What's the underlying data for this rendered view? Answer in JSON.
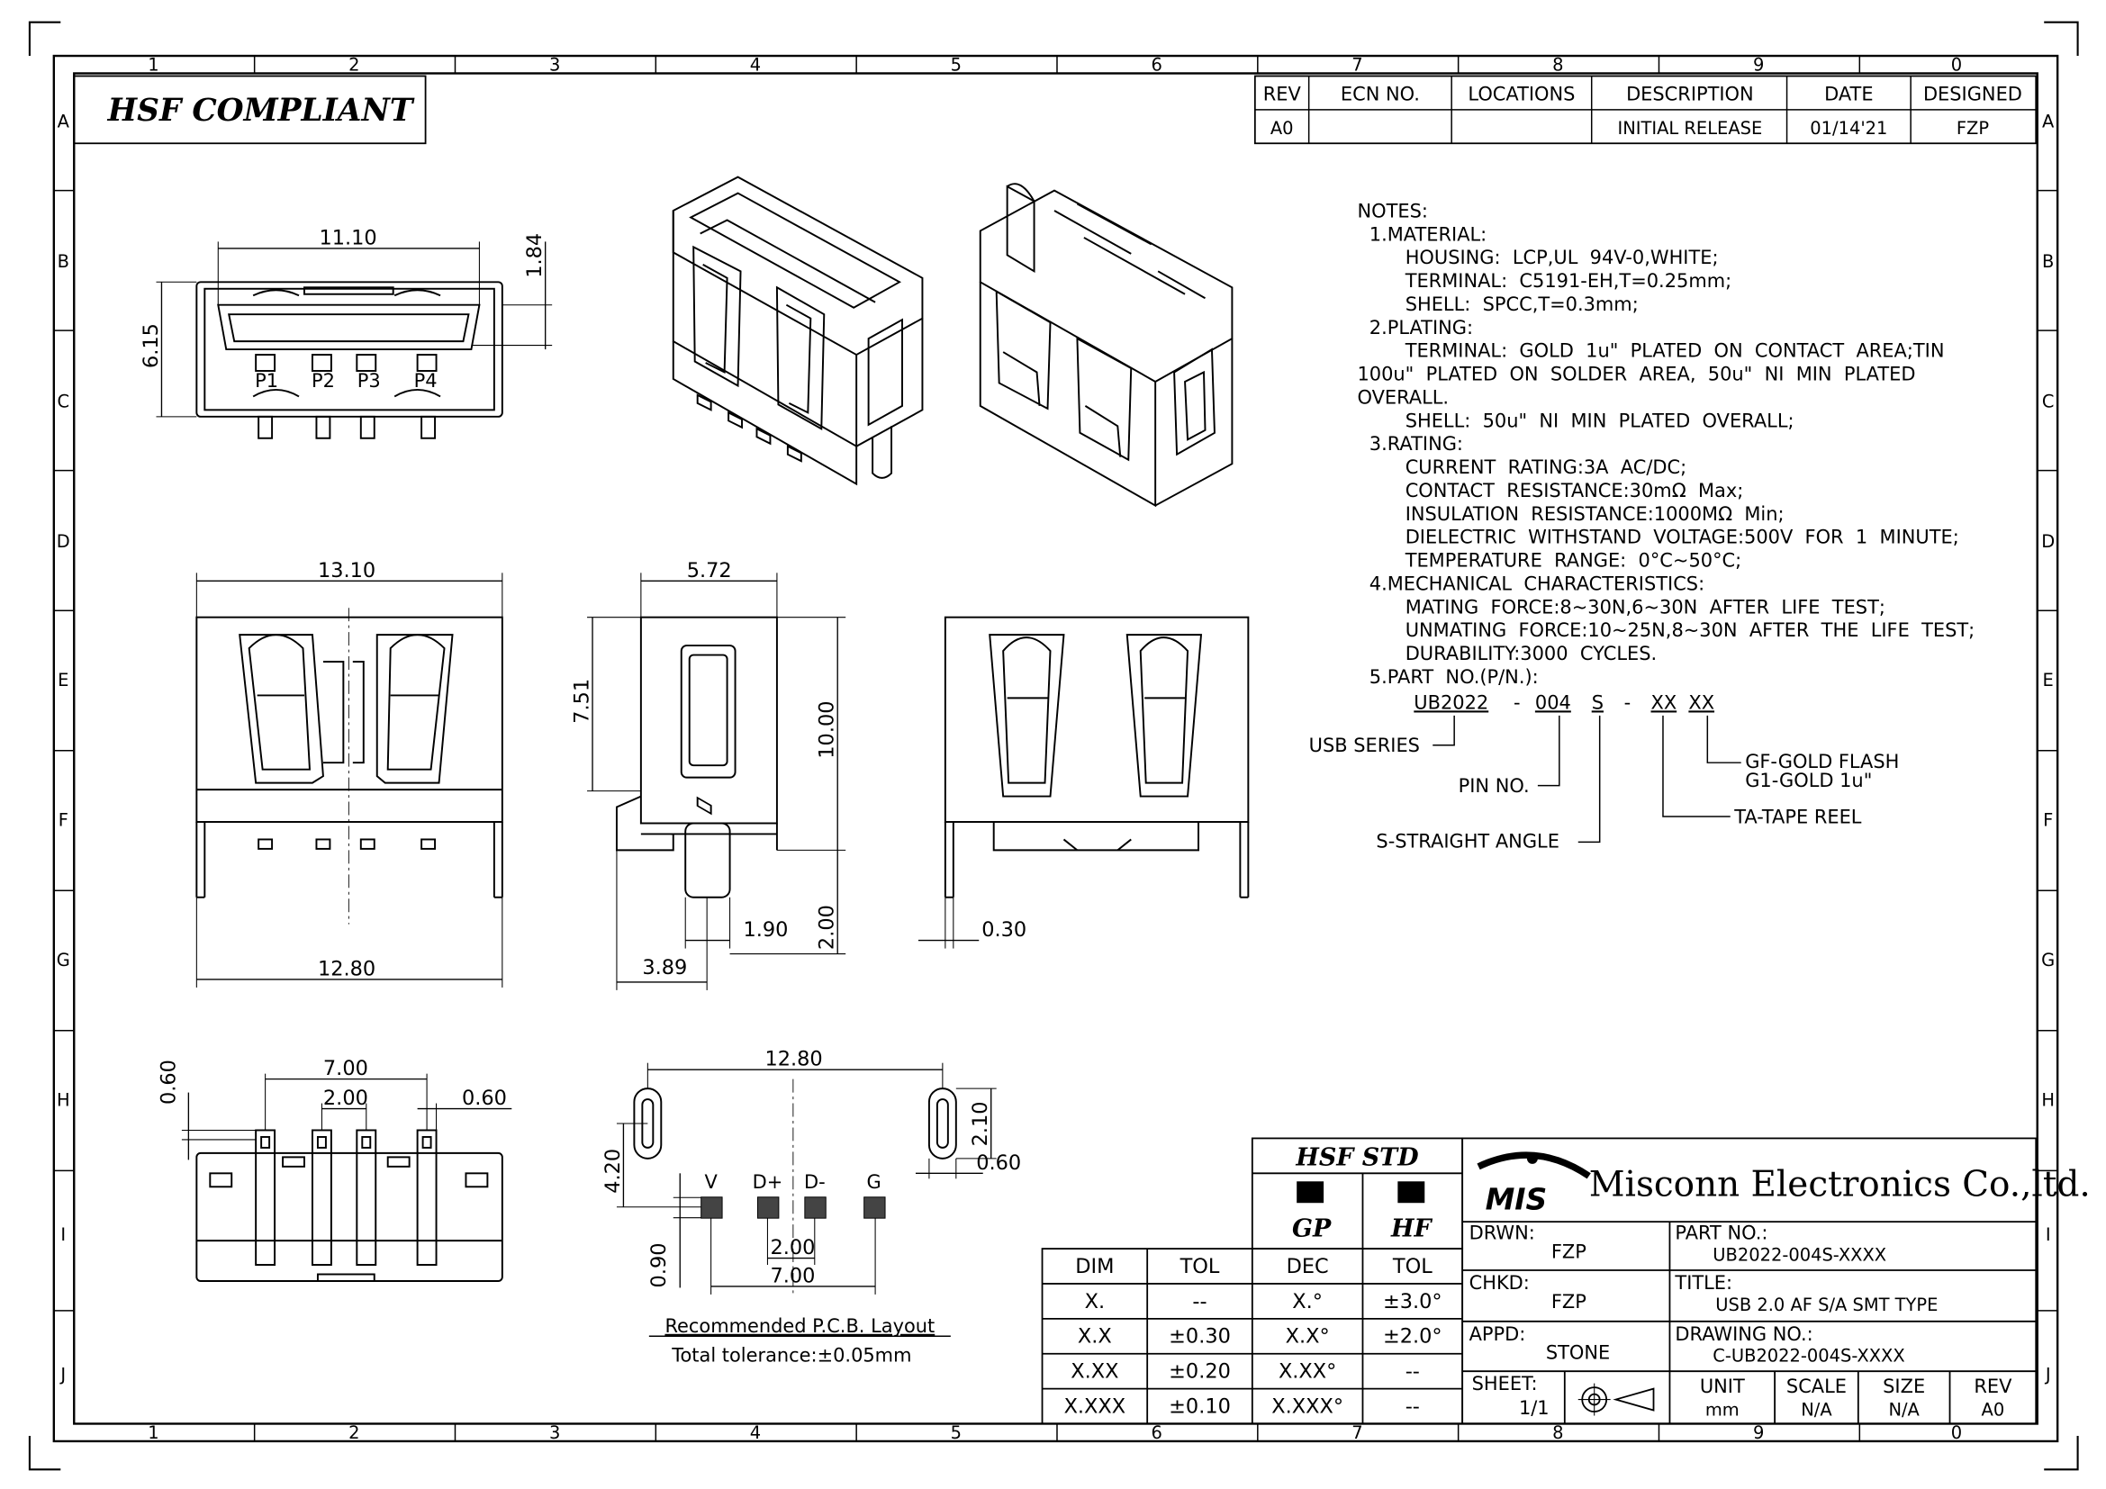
{
  "border": {
    "cols": [
      "1",
      "2",
      "3",
      "4",
      "5",
      "6",
      "7",
      "8",
      "9",
      "0"
    ],
    "rows": [
      "A",
      "B",
      "C",
      "D",
      "E",
      "F",
      "G",
      "H",
      "I",
      "J"
    ]
  },
  "hsf_compliant": "HSF  COMPLIANT",
  "revision_table": {
    "headers": [
      "REV",
      "ECN  NO.",
      "LOCATIONS",
      "DESCRIPTION",
      "DATE",
      "DESIGNED"
    ],
    "row": [
      "A0",
      "",
      "",
      "INITIAL  RELEASE",
      "01/14'21",
      "FZP"
    ]
  },
  "notes": [
    "NOTES:",
    "  1.MATERIAL:",
    "        HOUSING:  LCP,UL  94V-0,WHITE;",
    "        TERMINAL:  C5191-EH,T=0.25mm;",
    "        SHELL:  SPCC,T=0.3mm;",
    "  2.PLATING:",
    "        TERMINAL:  GOLD  1u\"  PLATED  ON  CONTACT  AREA;TIN",
    "100u\"  PLATED  ON  SOLDER  AREA,  50u\"  NI  MIN  PLATED",
    "OVERALL.",
    "        SHELL:  50u\"  NI  MIN  PLATED  OVERALL;",
    "  3.RATING:",
    "        CURRENT  RATING:3A  AC/DC;",
    "        CONTACT  RESISTANCE:30mΩ  Max;",
    "        INSULATION  RESISTANCE:1000MΩ  Min;",
    "        DIELECTRIC  WITHSTAND  VOLTAGE:500V  FOR  1  MINUTE;",
    "        TEMPERATURE  RANGE:  0°C~50°C;",
    "  4.MECHANICAL  CHARACTERISTICS:",
    "        MATING  FORCE:8~30N,6~30N  AFTER  LIFE  TEST;",
    "        UNMATING  FORCE:10~25N,8~30N  AFTER  THE  LIFE  TEST;",
    "        DURABILITY:3000  CYCLES.",
    "  5.PART  NO.(P/N.):"
  ],
  "part_number_breakdown": {
    "p1": "UB2022",
    "dash1": "-",
    "p2": "004",
    "p3": "S",
    "dash2": "-",
    "p4": "XX",
    "p5": "XX",
    "usb_series": "USB  SERIES",
    "pin_no": "PIN  NO.",
    "straight": "S-STRAIGHT  ANGLE",
    "tape_reel": "TA-TAPE  REEL",
    "gold_flash": "GF-GOLD  FLASH",
    "gold_1u": "G1-GOLD  1u\""
  },
  "dimensions": {
    "top_width": "11.10",
    "top_height": "6.15",
    "top_small": "1.84",
    "front_width": "13.10",
    "front_bottom": "12.80",
    "side_width": "5.72",
    "side_h1": "7.51",
    "side_h2": "10.00",
    "side_b1": "1.90",
    "side_b2": "2.00",
    "side_b3": "3.89",
    "rear_gap": "0.30",
    "bottom_0_60a": "0.60",
    "bottom_7_00": "7.00",
    "bottom_2_00": "2.00",
    "bottom_0_60b": "0.60",
    "pcb_12_80": "12.80",
    "pcb_4_20": "4.20",
    "pcb_2_10": "2.10",
    "pcb_0_60": "0.60",
    "pcb_0_90": "0.90",
    "pcb_2_00": "2.00",
    "pcb_7_00": "7.00"
  },
  "pin_labels": [
    "P1",
    "P2",
    "P3",
    "P4"
  ],
  "pcb_pins": [
    "V",
    "D+",
    "D-",
    "G"
  ],
  "pcb_caption": "Recommended  P.C.B.  Layout",
  "pcb_tolerance": "Total  tolerance:±0.05mm",
  "tolerance_table": {
    "headers": [
      "DIM",
      "TOL",
      "DEC",
      "TOL"
    ],
    "rows": [
      [
        "X.",
        "--",
        "X.°",
        "±3.0°"
      ],
      [
        "X.X",
        "±0.30",
        "X.X°",
        "±2.0°"
      ],
      [
        "X.XX",
        "±0.20",
        "X.XX°",
        "--"
      ],
      [
        "X.XXX",
        "±0.10",
        "X.XXX°",
        "--"
      ]
    ]
  },
  "hsf_std": {
    "title": "HSF  STD",
    "gp": "GP",
    "hf": "HF"
  },
  "title_block": {
    "logo": "MIS",
    "company": "Misconn Electronics Co.,ltd.",
    "drwn_label": "DRWN:",
    "drwn": "FZP",
    "chkd_label": "CHKD:",
    "chkd": "FZP",
    "appd_label": "APPD:",
    "appd": "STONE",
    "part_label": "PART  NO.:",
    "part": "UB2022-004S-XXXX",
    "title_label": "TITLE:",
    "title": "USB  2.0  AF  S/A  SMT  TYPE",
    "drawing_label": "DRAWING  NO.:",
    "drawing": "C-UB2022-004S-XXXX",
    "sheet_label": "SHEET:",
    "sheet": "1/1",
    "unit_label": "UNIT",
    "unit": "mm",
    "scale_label": "SCALE",
    "scale": "N/A",
    "size_label": "SIZE",
    "size": "N/A",
    "rev_label": "REV",
    "rev": "A0"
  }
}
